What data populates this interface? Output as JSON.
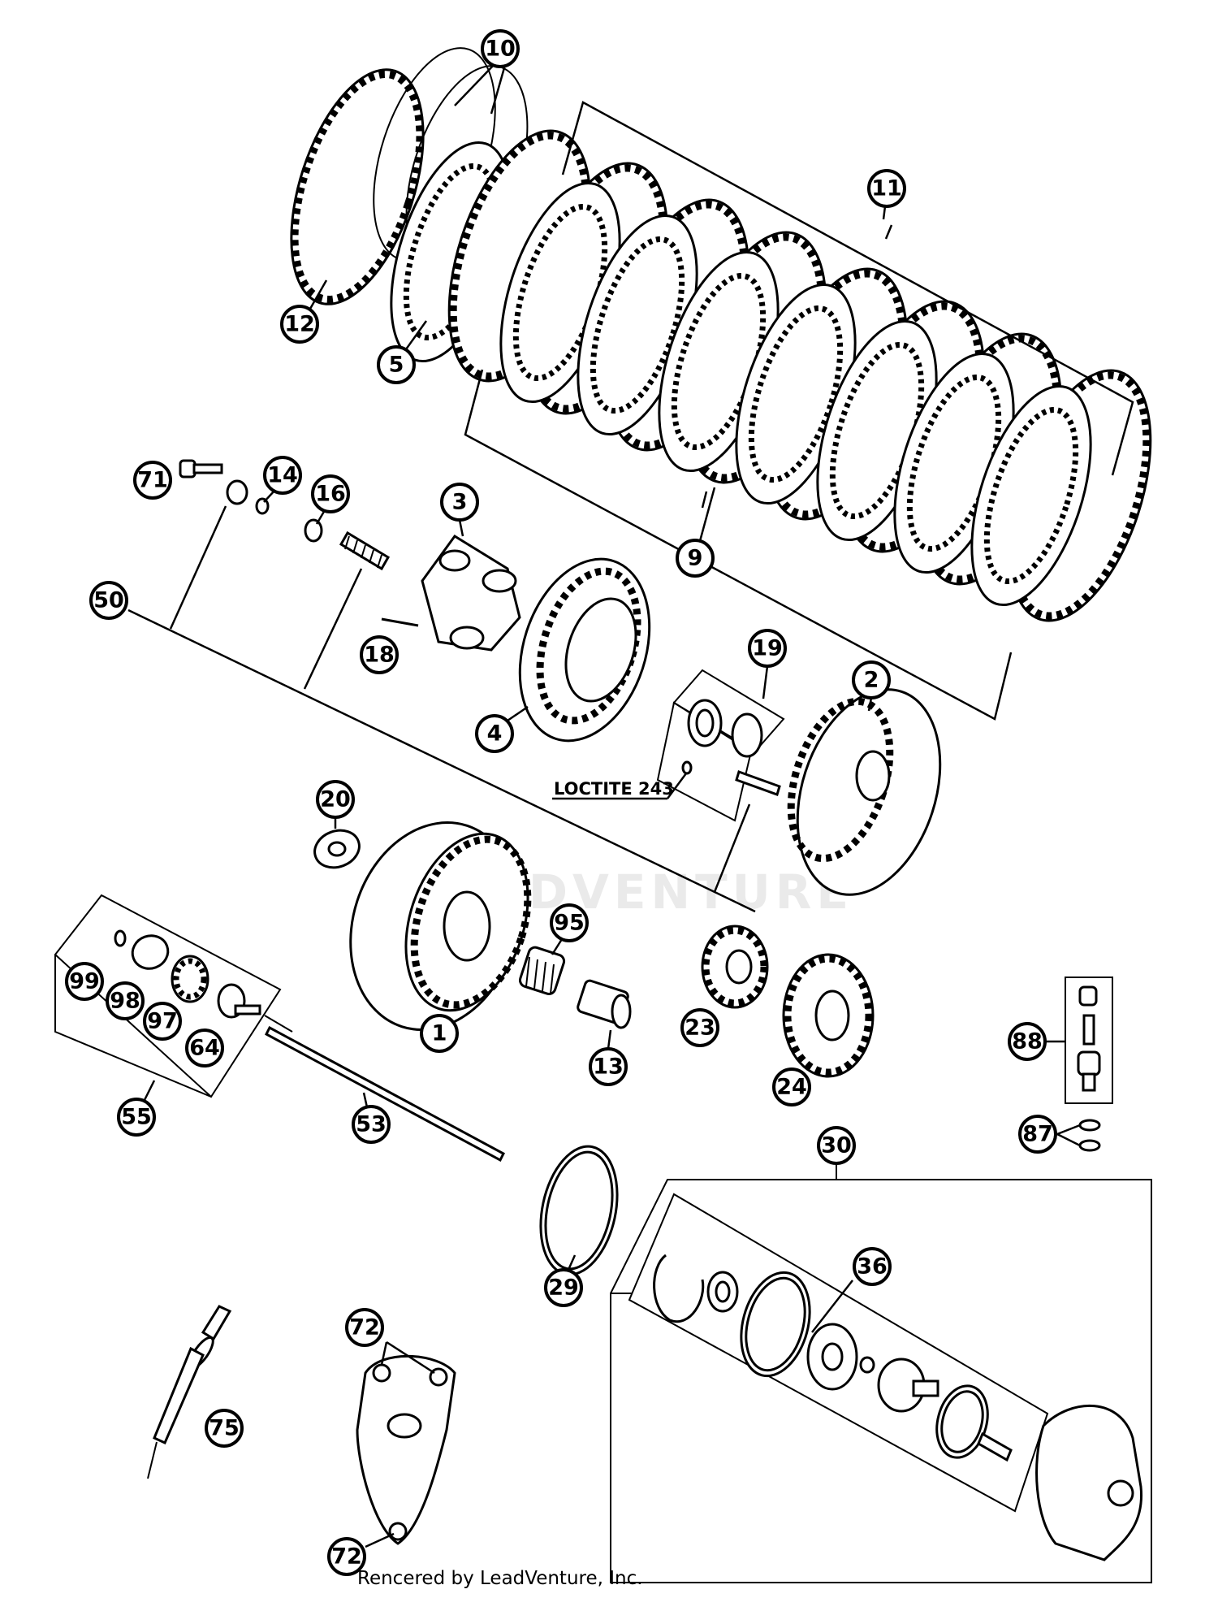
{
  "diagram": {
    "callouts": [
      {
        "id": "c10",
        "label": "10"
      },
      {
        "id": "c11",
        "label": "11"
      },
      {
        "id": "c12",
        "label": "12"
      },
      {
        "id": "c5",
        "label": "5"
      },
      {
        "id": "c9",
        "label": "9"
      },
      {
        "id": "c71",
        "label": "71"
      },
      {
        "id": "c14",
        "label": "14"
      },
      {
        "id": "c16",
        "label": "16"
      },
      {
        "id": "c3",
        "label": "3"
      },
      {
        "id": "c50",
        "label": "50"
      },
      {
        "id": "c18",
        "label": "18"
      },
      {
        "id": "c19",
        "label": "19"
      },
      {
        "id": "c2",
        "label": "2"
      },
      {
        "id": "c4",
        "label": "4"
      },
      {
        "id": "c20",
        "label": "20"
      },
      {
        "id": "c95",
        "label": "95"
      },
      {
        "id": "c1",
        "label": "1"
      },
      {
        "id": "c99",
        "label": "99"
      },
      {
        "id": "c98",
        "label": "98"
      },
      {
        "id": "c97",
        "label": "97"
      },
      {
        "id": "c64",
        "label": "64"
      },
      {
        "id": "c55",
        "label": "55"
      },
      {
        "id": "c53",
        "label": "53"
      },
      {
        "id": "c13",
        "label": "13"
      },
      {
        "id": "c23",
        "label": "23"
      },
      {
        "id": "c24",
        "label": "24"
      },
      {
        "id": "c88",
        "label": "88"
      },
      {
        "id": "c87",
        "label": "87"
      },
      {
        "id": "c30",
        "label": "30"
      },
      {
        "id": "c29",
        "label": "29"
      },
      {
        "id": "c36",
        "label": "36"
      },
      {
        "id": "c72a",
        "label": "72"
      },
      {
        "id": "c75",
        "label": "75"
      },
      {
        "id": "c72b",
        "label": "72"
      }
    ],
    "note": "LOCTITE 243",
    "watermark": "ADVENTURE",
    "credit": "Rencered by LeadVenture, Inc."
  }
}
